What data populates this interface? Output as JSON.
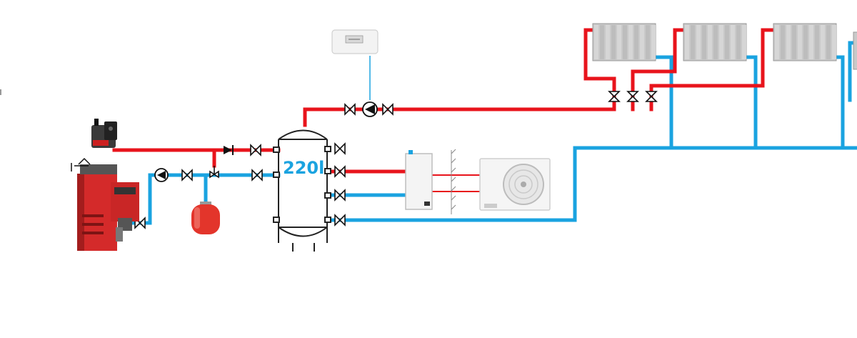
{
  "diagram": {
    "tank_label": "220l",
    "colors": {
      "hot_pipe": "#e8141c",
      "cold_pipe": "#1aa3e0",
      "boiler_red": "#d42a2a",
      "boiler_dark": "#4a4a4a",
      "radiator": "#c9c9c9",
      "expansion_vessel": "#e3352b",
      "tank_outline": "#222222"
    },
    "components": {
      "boiler": "pellet-boiler",
      "electric_heater": "electric-flow-heater",
      "expansion_vessel": "expansion-vessel",
      "buffer_tank": "buffer-tank",
      "heat_pump_indoor": "heat-pump-indoor-unit",
      "heat_pump_outdoor": "heat-pump-outdoor-unit",
      "thermostat": "room-thermostat",
      "radiators": [
        "radiator-1",
        "radiator-2",
        "radiator-3"
      ],
      "pumps": [
        "circulation-pump-boiler",
        "circulation-pump-heating"
      ]
    }
  }
}
